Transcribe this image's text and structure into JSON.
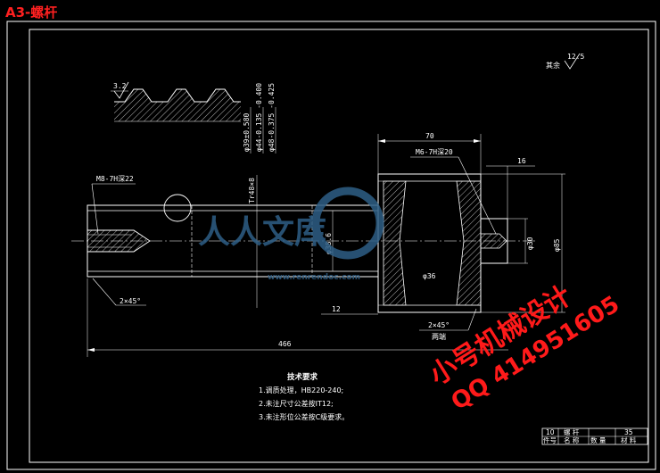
{
  "drawing_title": "A3-螺杆",
  "roughness": {
    "general_prefix": "其余",
    "general_value": "12.5",
    "thread_value": "3.2"
  },
  "dimensions": {
    "thread_tap_left": "M8-7H深22",
    "thread_tap_right": "M6-7H深20",
    "trap_thread": "Tr48×8",
    "d_big_bore_1": "φ39±0.580",
    "d_big_bore_2": "φ44-0.135 -0.400",
    "d_big_bore_3": "φ48-0.375 -0.425",
    "d_shaft": "φ38.6",
    "d_hole_mid": "φ36",
    "d_right_small": "φ30",
    "d_right_big": "φ85",
    "len_70": "70",
    "len_16": "16",
    "len_12": "12",
    "len_466": "466",
    "chamfer_left": "2×45°",
    "chamfer_right": "2×45°",
    "both_ends": "两端"
  },
  "tech_requirements": {
    "heading": "技术要求",
    "items": [
      "1.调质处理，HB220-240;",
      "2.未注尺寸公差按IT12;",
      "3.未注形位公差按C级要求。"
    ]
  },
  "title_block": {
    "row1": {
      "no": "10",
      "name": "螺 杆",
      "qty": "",
      "material": "35"
    },
    "row2": {
      "no": "件号",
      "name": "名 称",
      "qty": "数 量",
      "material": "材 料"
    }
  },
  "watermarks": {
    "red_line1": "小号机械设计",
    "red_line2": "QQ 414951605",
    "blue_logo": "人人文库",
    "blue_url": "www.renrendoc.com"
  },
  "colors": {
    "background": "#000000",
    "lines": "#ffffff",
    "title": "#ff2020",
    "watermark_red": "#ff1a1a",
    "watermark_blue": "#2e5f86"
  }
}
